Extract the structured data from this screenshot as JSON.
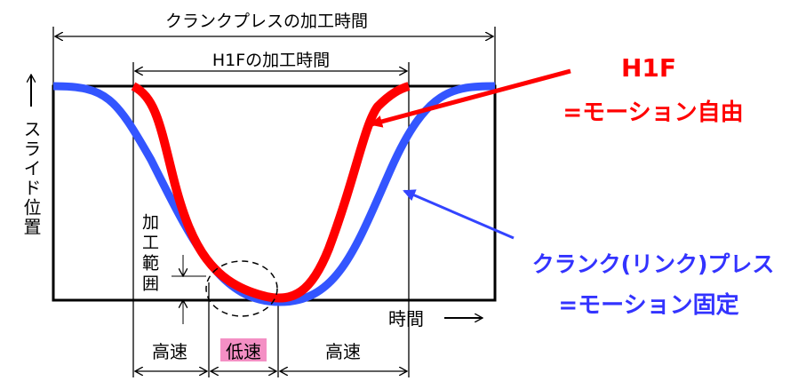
{
  "title_crank": "クランクプレスの加工時間",
  "title_h1f": "H1Fの加工時間",
  "y_axis": "スライド位置",
  "x_axis": "時間",
  "range_label": "加工範囲",
  "speed": {
    "high1": "高速",
    "low": "低速",
    "high2": "高速"
  },
  "h1f": {
    "name": "H1F",
    "desc": "=モーション自由",
    "color": "#ff0000"
  },
  "crank": {
    "name": "クランク(リンク)プレス",
    "desc": "=モーション固定",
    "color": "#3333ff"
  },
  "low_highlight": "#f48fc4"
}
